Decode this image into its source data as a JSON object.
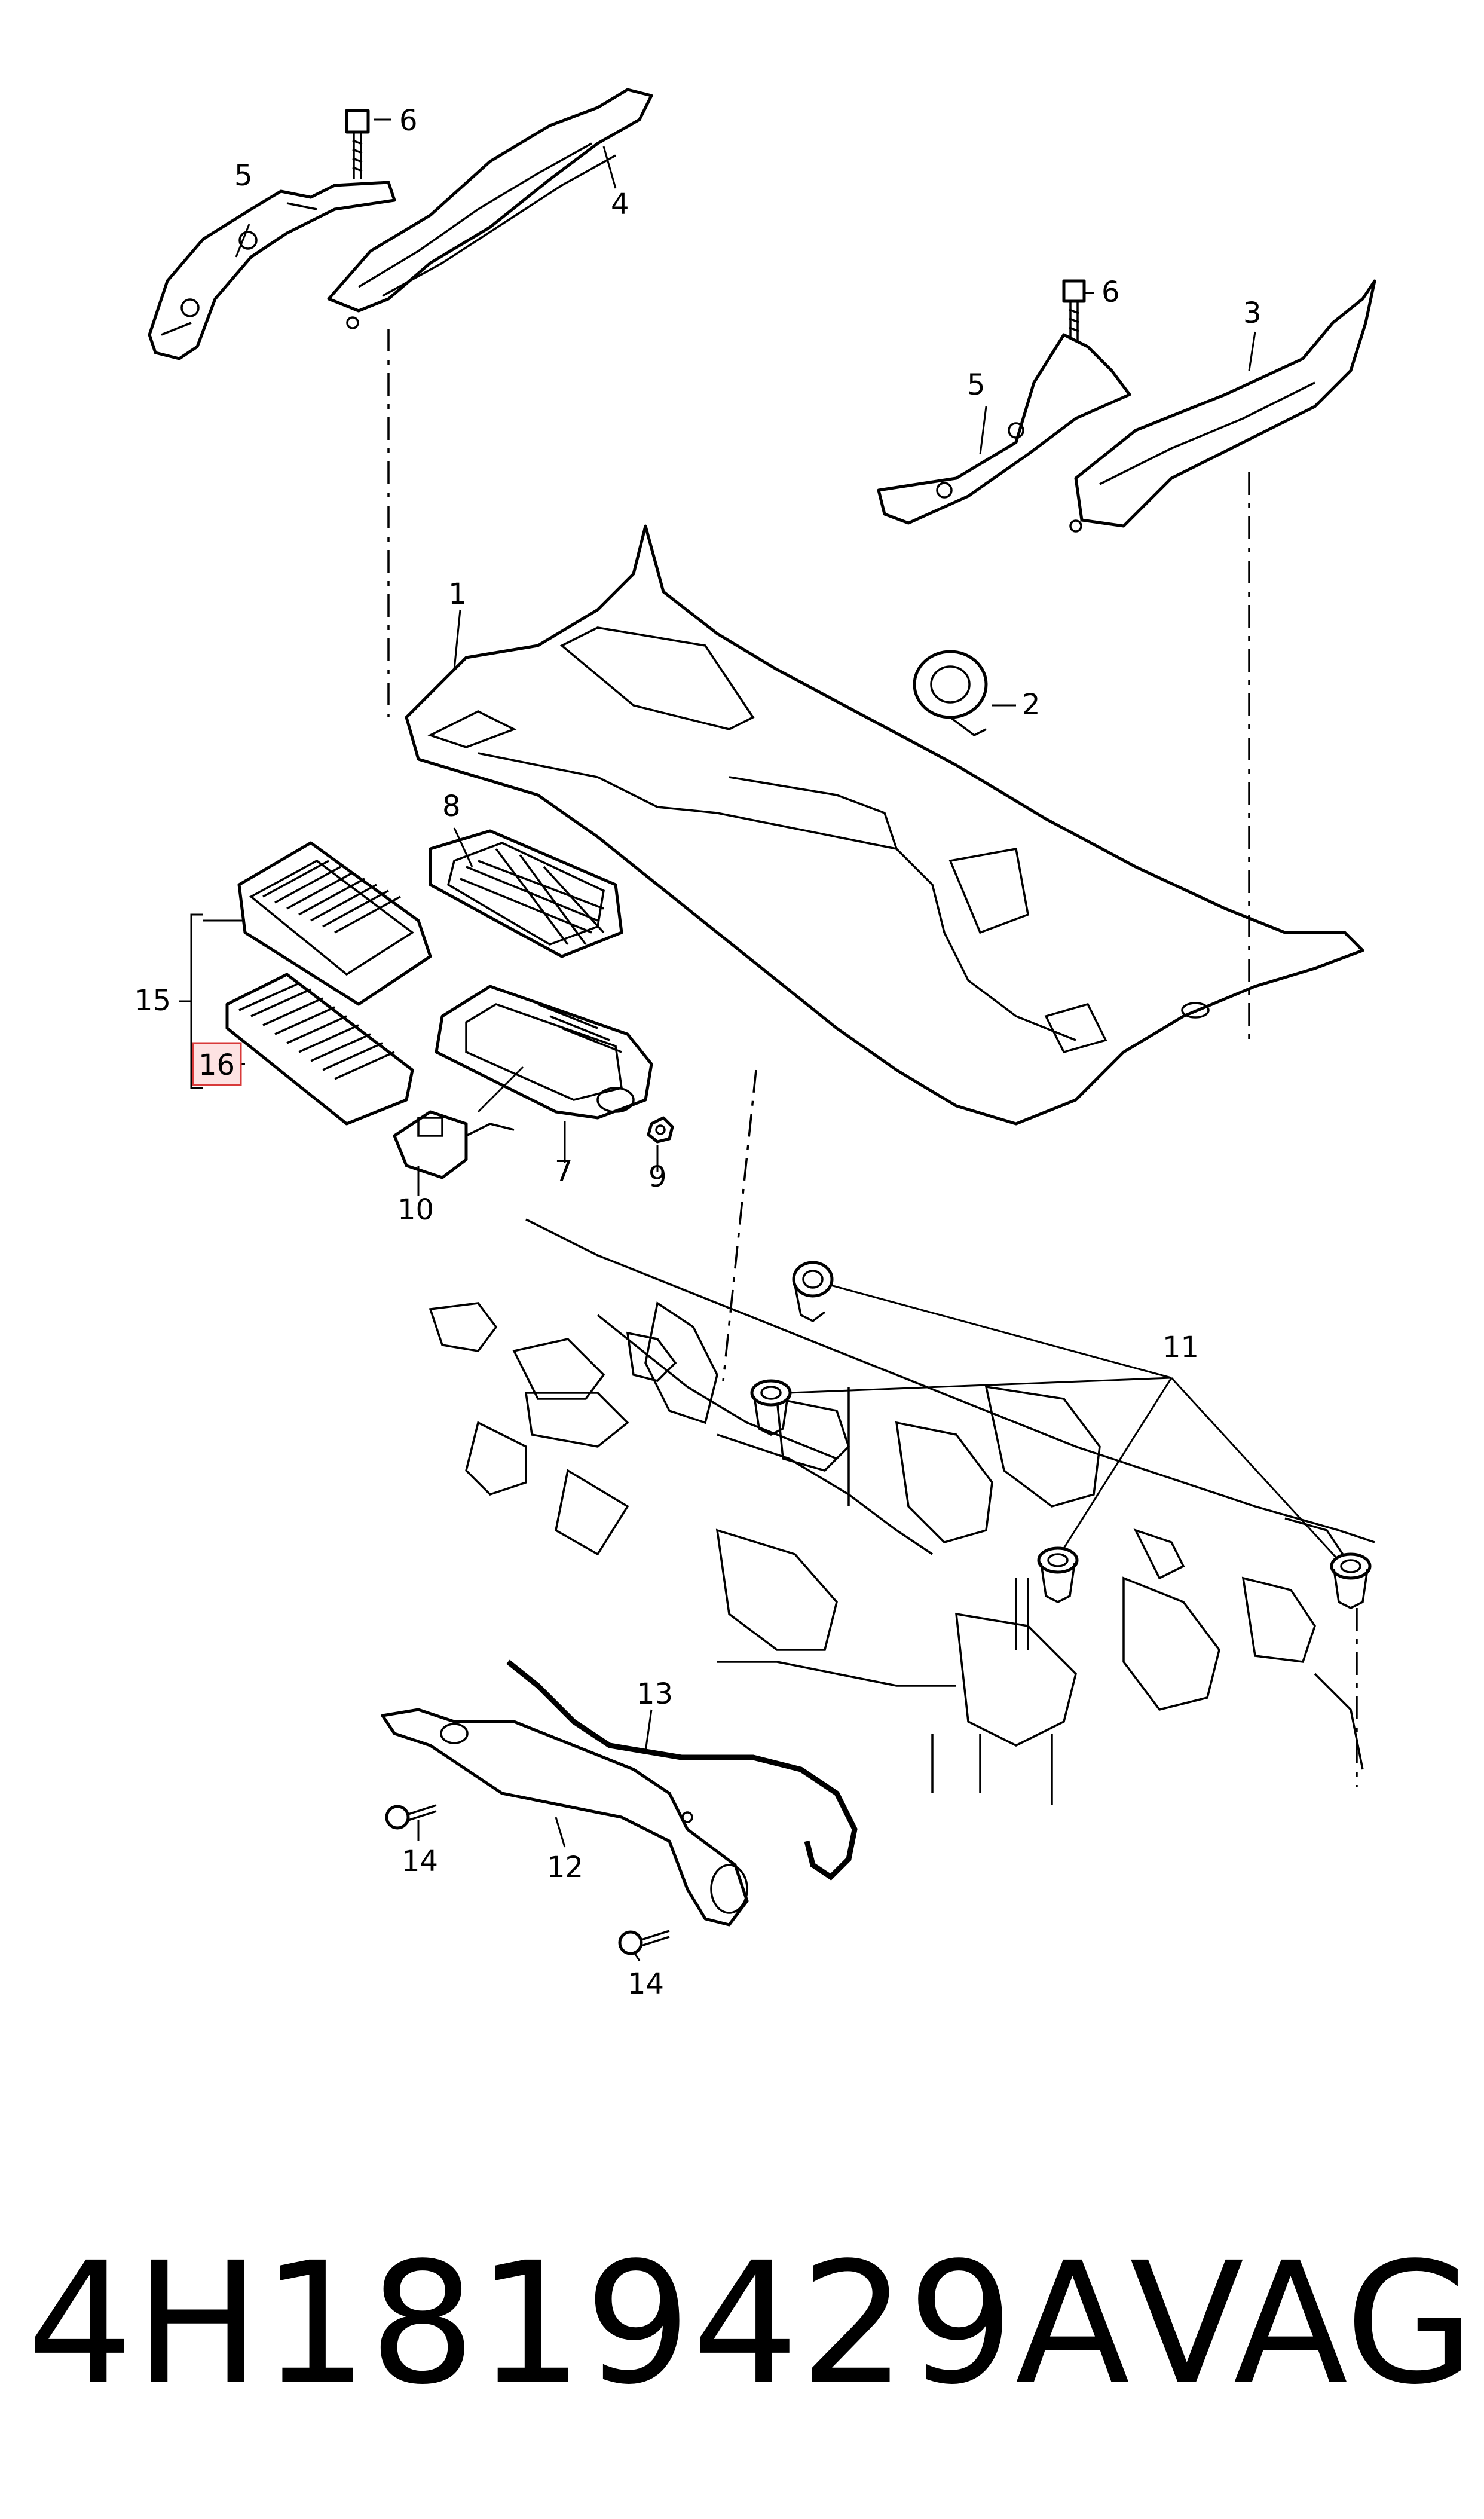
{
  "callouts": {
    "c1": "1",
    "c2": "2",
    "c3": "3",
    "c4": "4",
    "c5a": "5",
    "c5b": "5",
    "c6a": "6",
    "c6b": "6",
    "c7": "7",
    "c8": "8",
    "c9": "9",
    "c10": "10",
    "c11": "11",
    "c12": "12",
    "c13": "13",
    "c14a": "14",
    "c14b": "14",
    "c15": "15",
    "c16": "16"
  },
  "highlighted_callout": "16",
  "footer": {
    "part_number": "4H1819429A",
    "brand": "VAG"
  },
  "colors": {
    "line": "#000000",
    "highlight_fill": "#fde2e2",
    "highlight_stroke": "#d83a3a"
  }
}
